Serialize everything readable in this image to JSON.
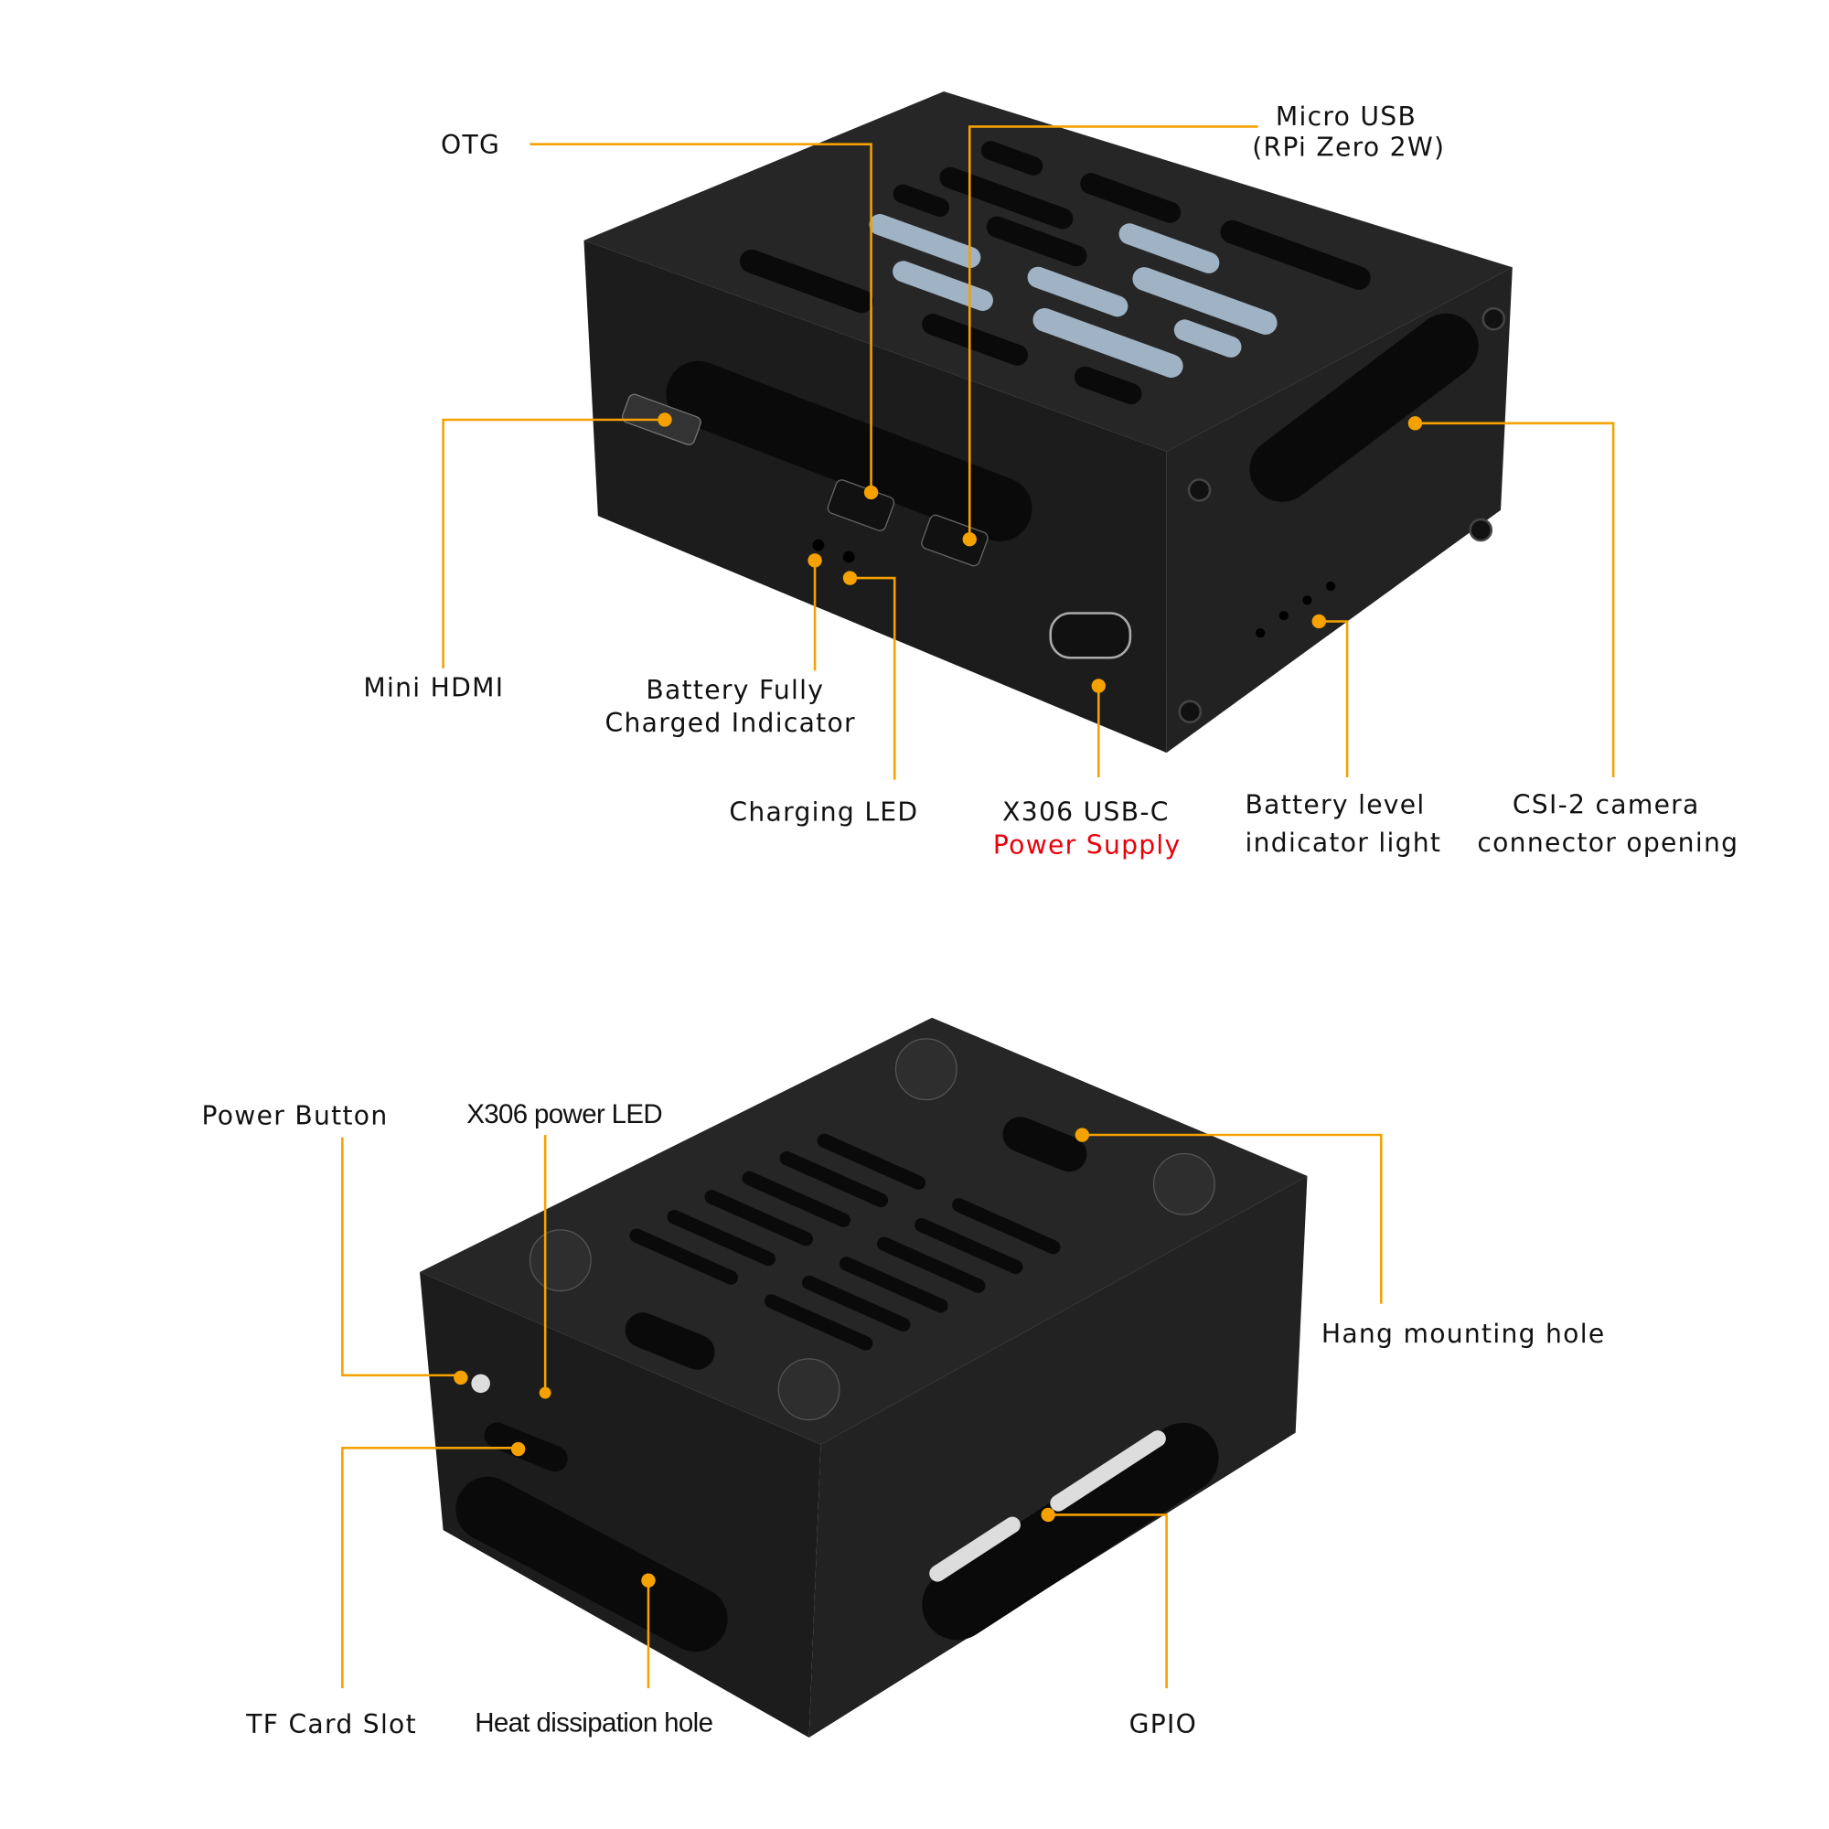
{
  "top_view": {
    "labels": {
      "otg": "OTG",
      "micro_usb_1": "Micro USB",
      "micro_usb_2": "(RPi Zero 2W)",
      "mini_hdmi": "Mini HDMI",
      "battery_full_1": "Battery Fully",
      "battery_full_2": "Charged Indicator",
      "charging_led": "Charging LED",
      "usbc_1": "X306 USB-C",
      "usbc_2": "Power Supply",
      "battery_level_1": "Battery level",
      "battery_level_2": "indicator light",
      "csi_1": "CSI-2 camera",
      "csi_2": "connector opening"
    }
  },
  "bottom_view": {
    "labels": {
      "power_button": "Power Button",
      "power_led": "X306 power LED",
      "hang_hole": "Hang mounting hole",
      "tf_card": "TF Card Slot",
      "heat_hole": "Heat dissipation hole",
      "gpio": "GPIO"
    }
  },
  "colors": {
    "callout": "#f5a100",
    "highlight": "#e8000b",
    "case": "#1f1f1f"
  }
}
